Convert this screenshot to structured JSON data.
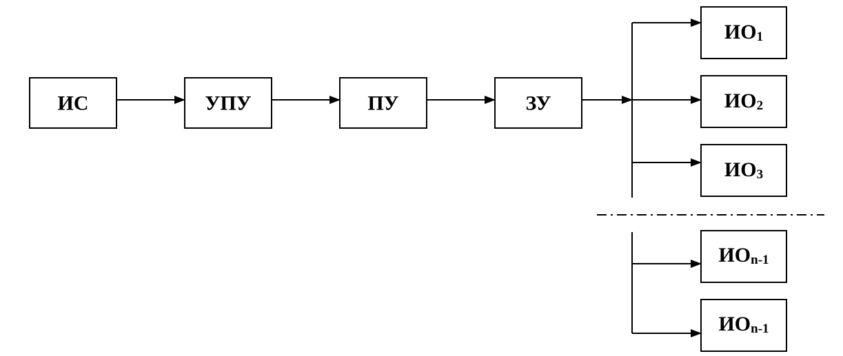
{
  "diagram": {
    "chain": [
      {
        "id": "is",
        "label": "ИС"
      },
      {
        "id": "upu",
        "label": "УПУ"
      },
      {
        "id": "pu",
        "label": "ПУ"
      },
      {
        "id": "zu",
        "label": "ЗУ"
      }
    ],
    "outputs": [
      {
        "main": "ИО",
        "sub": "1"
      },
      {
        "main": "ИО",
        "sub": "2"
      },
      {
        "main": "ИО",
        "sub": "3"
      },
      {
        "main": "ИО",
        "sub": "n-1"
      },
      {
        "main": "ИО",
        "sub": "n-1"
      }
    ]
  }
}
